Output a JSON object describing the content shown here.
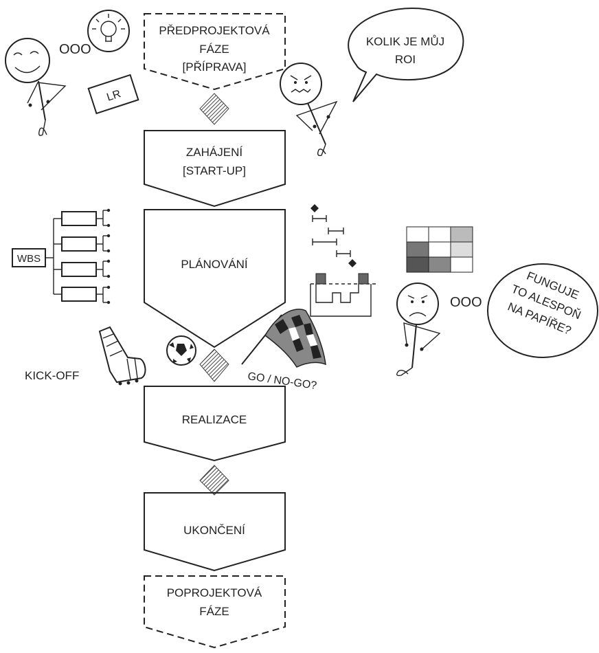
{
  "phases": [
    {
      "id": "pre",
      "lines": [
        "PŘEDPROJEKTOVÁ",
        "FÁZE",
        "[PŘÍPRAVA]"
      ],
      "dashed": true
    },
    {
      "id": "start",
      "lines": [
        "ZAHÁJENÍ",
        "[START-UP]"
      ],
      "dashed": false
    },
    {
      "id": "plan",
      "lines": [
        "PLÁNOVÁNÍ"
      ],
      "dashed": false
    },
    {
      "id": "real",
      "lines": [
        "REALIZACE"
      ],
      "dashed": false
    },
    {
      "id": "end",
      "lines": [
        "UKONČENÍ"
      ],
      "dashed": false
    },
    {
      "id": "post",
      "lines": [
        "POPROJEKTOVÁ",
        "FÁZE"
      ],
      "dashed": true
    }
  ],
  "annotations": {
    "lr": "LR",
    "wbs": "WBS",
    "kickoff": "KICK-OFF",
    "gonogo": "GO / NO-GO?",
    "thought_ooo": "OOO"
  },
  "speech_roi": [
    "KOLIK JE MŮJ",
    "ROI"
  ],
  "thought_paper": [
    "FUNGUJE",
    "TO ALESPOŇ",
    "NA PAPÍŘE?"
  ]
}
